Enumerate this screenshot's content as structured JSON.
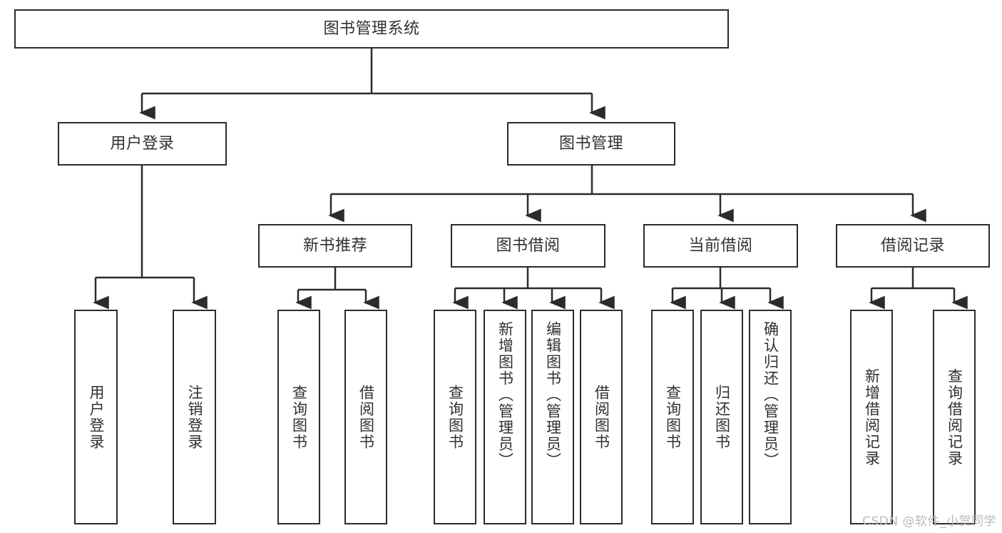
{
  "diagram": {
    "title_root": "图书管理系统",
    "watermark": "CSDN @软件_小贺同学",
    "colors": {
      "box_border": "#2b2b2b",
      "box_fill": "#ffffff",
      "edge": "#2b2b2b",
      "text": "#303030",
      "watermark": "#b9b9b9"
    },
    "levels": {
      "root": {
        "label": "图书管理系统"
      },
      "level2": [
        {
          "id": "user-login",
          "label": "用户登录"
        },
        {
          "id": "book-manage",
          "label": "图书管理"
        }
      ],
      "level3": [
        {
          "id": "new-book-recommend",
          "label": "新书推荐"
        },
        {
          "id": "book-borrow",
          "label": "图书借阅"
        },
        {
          "id": "current-borrow",
          "label": "当前借阅"
        },
        {
          "id": "borrow-record",
          "label": "借阅记录"
        }
      ],
      "leaves": [
        {
          "id": "leaf-user-login",
          "parent": "user-login",
          "label": "用户登录"
        },
        {
          "id": "leaf-logout-login",
          "parent": "user-login",
          "label": "注销登录"
        },
        {
          "id": "leaf-query-book-1",
          "parent": "new-book-recommend",
          "label": "查询图书"
        },
        {
          "id": "leaf-borrow-book-1",
          "parent": "new-book-recommend",
          "label": "借阅图书"
        },
        {
          "id": "leaf-query-book-2",
          "parent": "book-borrow",
          "label": "查询图书"
        },
        {
          "id": "leaf-add-book",
          "parent": "book-borrow",
          "label": "新增图书（管理员）"
        },
        {
          "id": "leaf-edit-book",
          "parent": "book-borrow",
          "label": "编辑图书（管理员）"
        },
        {
          "id": "leaf-borrow-book-2",
          "parent": "book-borrow",
          "label": "借阅图书"
        },
        {
          "id": "leaf-query-book-3",
          "parent": "current-borrow",
          "label": "查询图书"
        },
        {
          "id": "leaf-return-book",
          "parent": "current-borrow",
          "label": "归还图书"
        },
        {
          "id": "leaf-confirm-return",
          "parent": "current-borrow",
          "label": "确认归还（管理员）"
        },
        {
          "id": "leaf-add-record",
          "parent": "borrow-record",
          "label": "新增借阅记录"
        },
        {
          "id": "leaf-query-record",
          "parent": "borrow-record",
          "label": "查询借阅记录"
        }
      ]
    }
  }
}
